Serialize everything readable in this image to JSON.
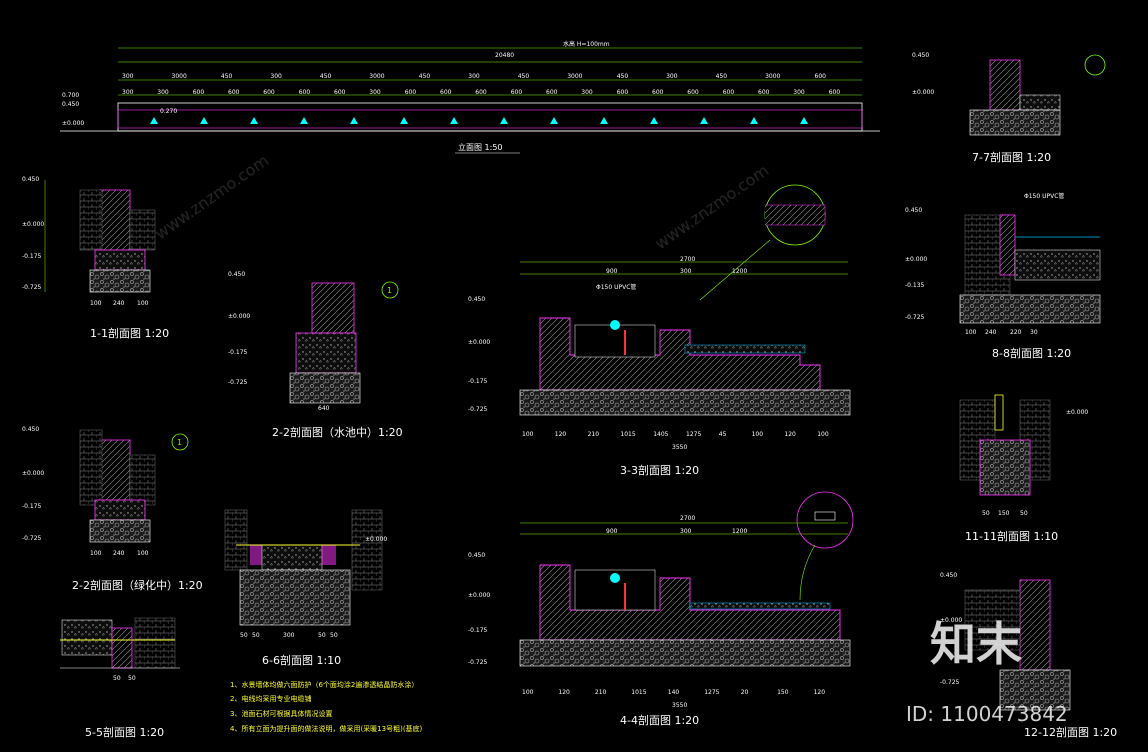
{
  "views": {
    "elevation_title": "立面图 1:50",
    "s11": "1-1剖面图 1:20",
    "s22_pool": "2-2剖面图（水池中）1:20",
    "s22_green": "2-2剖面图（绿化中）1:20",
    "s33": "3-3剖面图 1:20",
    "s44": "4-4剖面图 1:20",
    "s55": "5-5剖面图 1:20",
    "s66": "6-6剖面图 1:10",
    "s77": "7-7剖面图 1:20",
    "s88": "8-8剖面图 1:20",
    "s1111": "11-11剖面图 1:10",
    "s1212": "12-12剖面图 1:20"
  },
  "elevation": {
    "top_total": "20480",
    "note_h": "水高 H=100mm",
    "row1": [
      "300",
      "3000",
      "450",
      "300",
      "450",
      "3000",
      "450",
      "300",
      "450",
      "3000",
      "450",
      "300",
      "450",
      "3000",
      "600"
    ],
    "row2": [
      "300",
      "300",
      "600",
      "600",
      "600",
      "600",
      "600",
      "300",
      "600",
      "600",
      "600",
      "600",
      "600",
      "300",
      "600",
      "600",
      "600",
      "600",
      "600",
      "300",
      "600"
    ],
    "levels": [
      "0.700",
      "0.450",
      "±0.000"
    ],
    "inner": "0.270"
  },
  "s33_dims": {
    "top": "2700",
    "mid": [
      "900",
      "300",
      "1200"
    ],
    "bottom": [
      "100",
      "120",
      "210",
      "1015",
      "1405",
      "1275",
      "45",
      "100",
      "120",
      "100"
    ],
    "total": "3550",
    "levels": [
      "0.450",
      "±0.000",
      "-0.175",
      "-0.725"
    ],
    "note": "Φ150 UPVC管"
  },
  "s44_dims": {
    "top": "2700",
    "mid": [
      "900",
      "300",
      "1200"
    ],
    "bottom": [
      "100",
      "120",
      "210",
      "1015",
      "140",
      "1275",
      "20",
      "150",
      "120"
    ],
    "total": "3550",
    "levels": [
      "0.450",
      "±0.000",
      "-0.175",
      "-0.725"
    ]
  },
  "s11": {
    "levels": [
      "0.450",
      "±0.000",
      "-0.175",
      "-0.725"
    ],
    "dims": [
      "100",
      "240",
      "100"
    ]
  },
  "s22p": {
    "levels": [
      "0.450",
      "±0.000",
      "-0.175",
      "-0.725"
    ],
    "dims": [
      "640"
    ],
    "callout": "1"
  },
  "s22g": {
    "levels": [
      "0.450",
      "±0.000",
      "-0.175",
      "-0.725"
    ],
    "dims": [
      "100",
      "240",
      "100"
    ],
    "callout": "1"
  },
  "s66": {
    "dims": [
      "50",
      "50",
      "300",
      "50",
      "50"
    ],
    "levels": [
      "±0.000"
    ]
  },
  "s55": {
    "dims": [
      "50",
      "50"
    ]
  },
  "s77": {
    "levels": [
      "0.450",
      "±0.000"
    ]
  },
  "s88": {
    "levels": [
      "0.450",
      "±0.000",
      "-0.135",
      "-0.725"
    ],
    "dims": [
      "100",
      "240",
      "220",
      "30"
    ],
    "note": "Φ150 UPVC管"
  },
  "s1111": {
    "levels": [
      "±0.000"
    ],
    "dims": [
      "50",
      "150",
      "50"
    ]
  },
  "s1212": {
    "levels": [
      "0.450",
      "±0.000",
      "-0.725"
    ]
  },
  "notes": [
    "1、水景墙体均做六面防护（6个面均涂2遍渗透结晶防水涂）",
    "2、电线均采用专业电缆铺",
    "3、池面石材可根据具体情况设置",
    "4、所有立面为提升面的做法说明，做采用(采暖13号粗)(基底)"
  ],
  "watermarks": {
    "logo": "知末",
    "id": "ID: 1100473842",
    "site": "www.znzmo.com"
  }
}
